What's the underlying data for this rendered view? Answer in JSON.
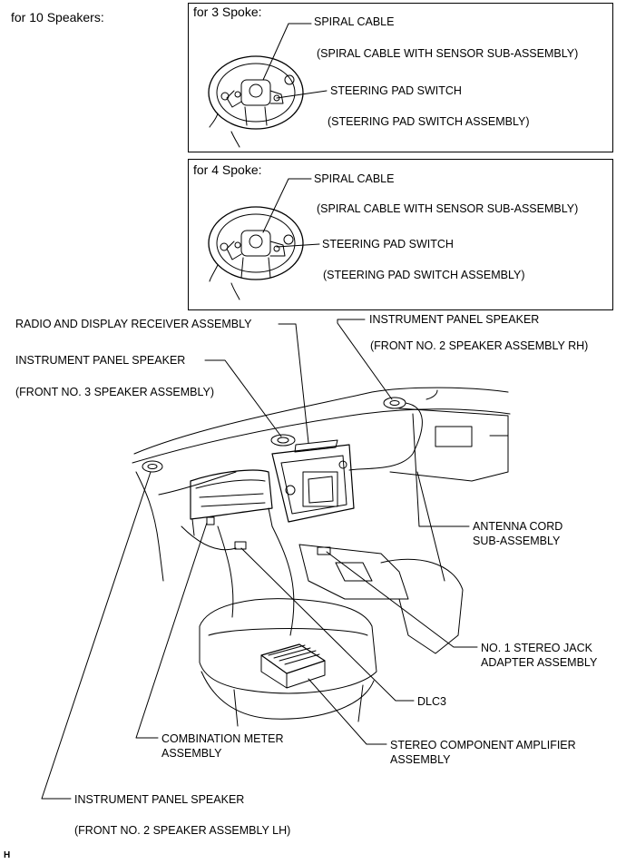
{
  "header": {
    "variant": "for 10 Speakers:"
  },
  "box3": {
    "title": "for 3 Spoke:",
    "spiral": "SPIRAL CABLE",
    "spiral_sub": "(SPIRAL CABLE WITH SENSOR SUB-ASSEMBLY)",
    "pad": "STEERING PAD SWITCH",
    "pad_sub": "(STEERING PAD SWITCH ASSEMBLY)"
  },
  "box4": {
    "title": "for 4 Spoke:",
    "spiral": "SPIRAL CABLE",
    "spiral_sub": "(SPIRAL CABLE WITH SENSOR SUB-ASSEMBLY)",
    "pad": "STEERING PAD SWITCH",
    "pad_sub": "(STEERING PAD SWITCH ASSEMBLY)"
  },
  "labels": {
    "radio": "RADIO AND DISPLAY RECEIVER ASSEMBLY",
    "ip_speaker_rh": "INSTRUMENT PANEL SPEAKER",
    "ip_speaker_rh_sub": "(FRONT NO. 2 SPEAKER ASSEMBLY RH)",
    "ip_speaker_center": "INSTRUMENT PANEL SPEAKER",
    "ip_speaker_center_sub": "(FRONT NO. 3 SPEAKER ASSEMBLY)",
    "antenna_1": "ANTENNA CORD",
    "antenna_2": "SUB-ASSEMBLY",
    "jack_1": "NO. 1 STEREO JACK",
    "jack_2": "ADAPTER ASSEMBLY",
    "dlc3": "DLC3",
    "meter_1": "COMBINATION METER",
    "meter_2": "ASSEMBLY",
    "amp_1": "STEREO COMPONENT AMPLIFIER",
    "amp_2": "ASSEMBLY",
    "ip_speaker_lh": "INSTRUMENT PANEL SPEAKER",
    "ip_speaker_lh_sub": "(FRONT NO. 2 SPEAKER ASSEMBLY LH)"
  },
  "footer": {
    "code": "H"
  }
}
